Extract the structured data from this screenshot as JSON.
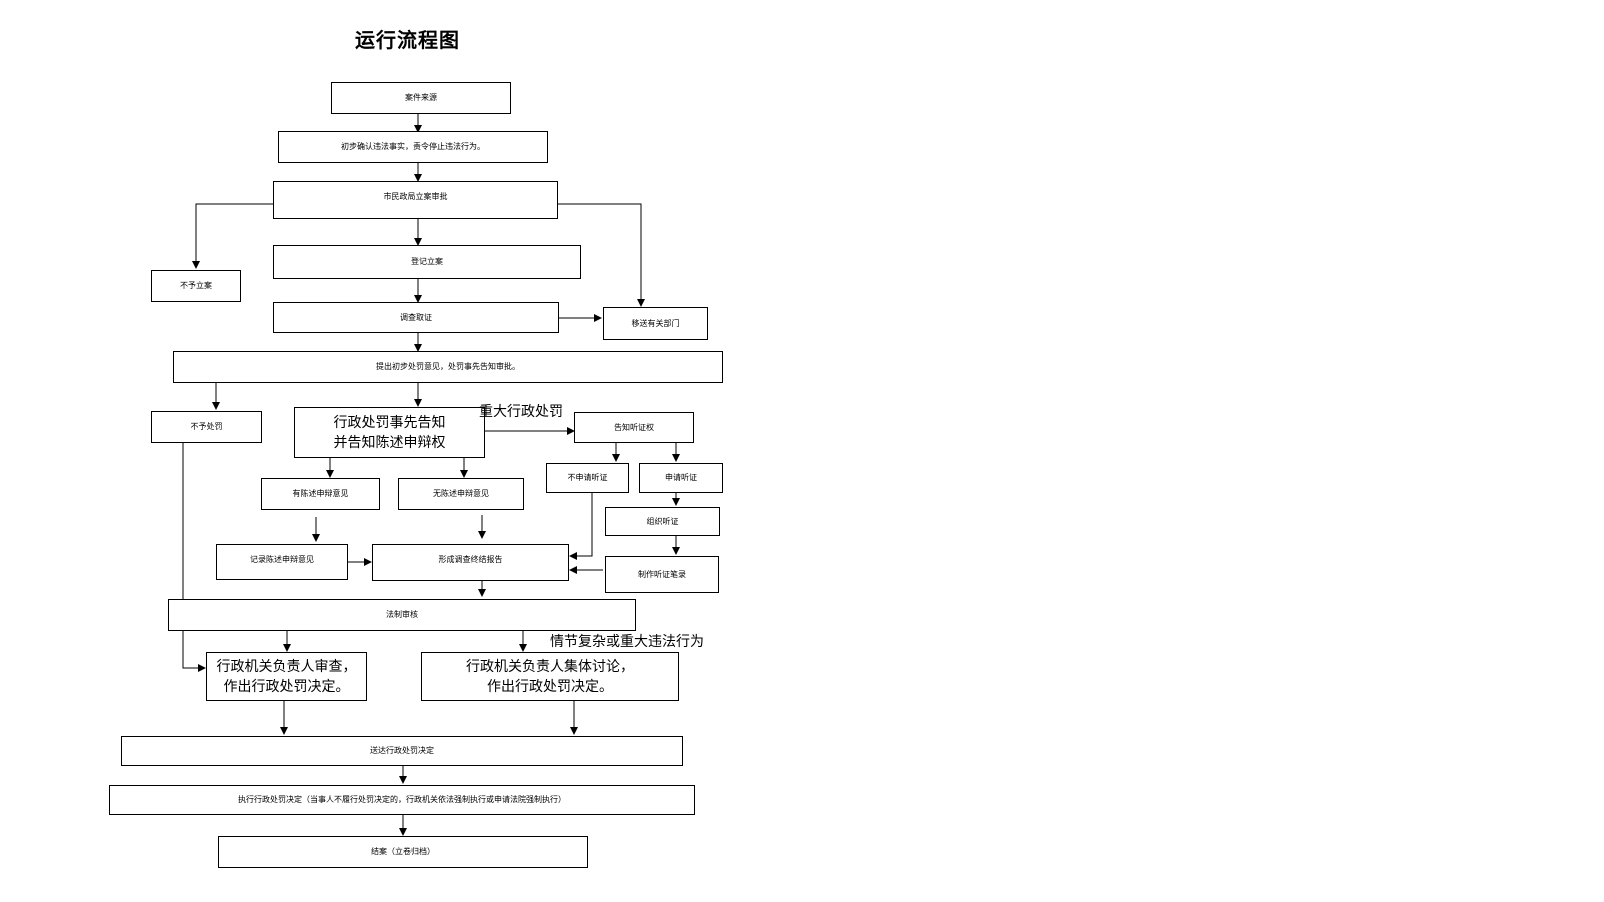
{
  "title": "运行流程图",
  "nodes": {
    "source": "案件来源",
    "confirm": "初步确认违法事实，责令停止违法行为。",
    "approval": "市民政局立案审批",
    "no_case": "不予立案",
    "register": "登记立案",
    "investigate": "调查取证",
    "transfer": "移送有关部门",
    "propose": "提出初步处罚意见，处罚事先告知审批。",
    "no_penalty": "不予处罚",
    "notify_line1": "行政处罚事先告知",
    "notify_line2": "并告知陈述申辩权",
    "hearing_right": "告知听证权",
    "no_hearing": "不申请听证",
    "apply_hearing": "申请听证",
    "has_defense": "有陈述申辩意见",
    "no_defense": "无陈述申辩意见",
    "organize_hearing": "组织听证",
    "record_defense": "记录陈述申辩意见",
    "final_report": "形成调查终结报告",
    "hearing_record": "制作听证笔录",
    "legal_review": "法制审核",
    "review_line1": "行政机关负责人审查，",
    "review_line2": "作出行政处罚决定。",
    "collective_line1": "行政机关负责人集体讨论，",
    "collective_line2": "作出行政处罚决定。",
    "deliver": "送达行政处罚决定",
    "execute": "执行行政处罚决定（当事人不履行处罚决定的，行政机关依法强制执行或申请法院强制执行）",
    "close": "结案（立卷归档）"
  },
  "labels": {
    "major_penalty": "重大行政处罚",
    "complex_case": "情节复杂或重大违法行为"
  }
}
